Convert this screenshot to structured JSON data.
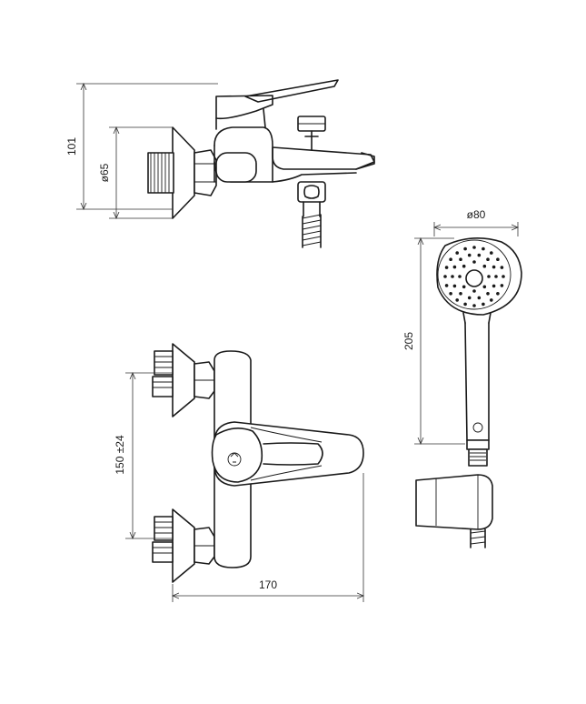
{
  "colors": {
    "line": "#1a1a1a",
    "background": "#ffffff"
  },
  "dimensions": {
    "height_101": "101",
    "diameter_65": "ø65",
    "diameter_80": "ø80",
    "length_205": "205",
    "center_150": "150 ±24",
    "width_170": "170"
  }
}
